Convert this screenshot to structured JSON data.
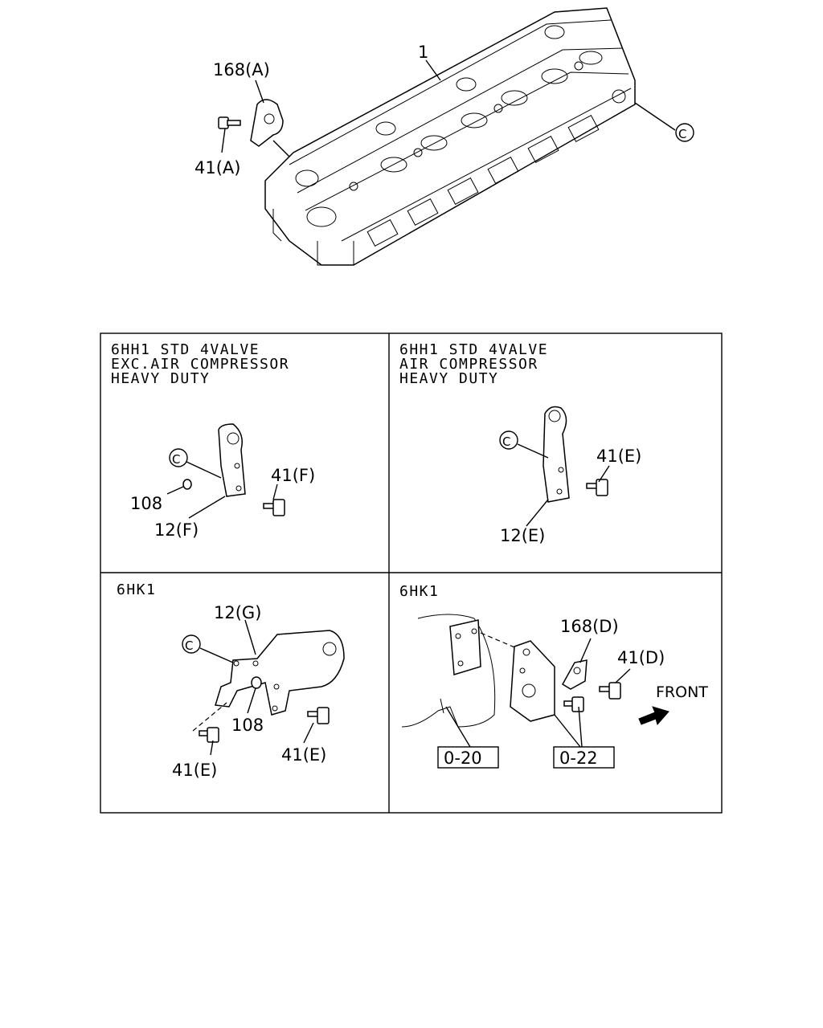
{
  "top": {
    "cylinder_head": "1",
    "plate_a": "168(A)",
    "bolt_a": "41(A)",
    "ref_c": "C"
  },
  "panels": {
    "p1": {
      "title_lines": [
        "6HH1 STD 4VALVE",
        "EXC.AIR COMPRESSOR",
        "HEAVY DUTY"
      ],
      "ref_c": "C",
      "washer": "108",
      "bracket": "12(F)",
      "bolt": "41(F)"
    },
    "p2": {
      "title_lines": [
        "6HH1 STD 4VALVE",
        "AIR COMPRESSOR",
        "HEAVY DUTY"
      ],
      "ref_c": "C",
      "bracket": "12(E)",
      "bolt": "41(E)"
    },
    "p3": {
      "title": "6HK1",
      "ref_c": "C",
      "bracket": "12(G)",
      "washer": "108",
      "bolt_left": "41(E)",
      "bolt_right": "41(E)"
    },
    "p4": {
      "title": "6HK1",
      "plate": "168(D)",
      "bolt": "41(D)",
      "front": "FRONT",
      "ref_box_1": "0-20",
      "ref_box_2": "0-22"
    }
  }
}
